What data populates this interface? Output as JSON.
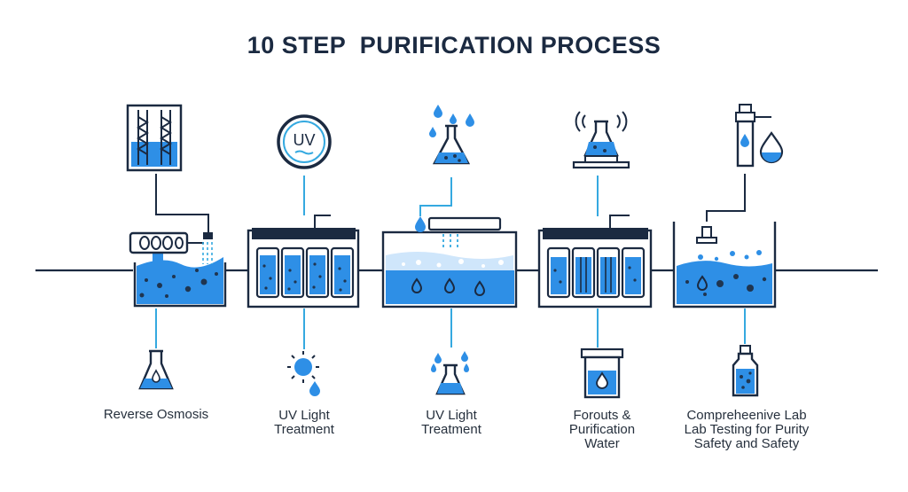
{
  "title": "10 STEP  PURIFICATION PROCESS",
  "colors": {
    "navy": "#1b2a41",
    "water": "#2e8fe6",
    "water_light": "#cfe6fb",
    "line": "#35a9e0",
    "particle": "#1f3550"
  },
  "icons": {
    "top": [
      "filter-cartridges-icon",
      "uv-badge-icon",
      "flask-with-drops-icon",
      "flask-with-signal-icon",
      "filter-bottle-with-drop-icon"
    ],
    "tanks": [
      "spray-tank-icon",
      "four-filter-tank-icon",
      "aeration-tank-icon",
      "filter-column-tank-icon",
      "settling-tank-icon"
    ],
    "bottom": [
      "flask-icon",
      "sun-drop-icon",
      "flask-drops-icon",
      "water-jar-icon",
      "lab-bottle-icon"
    ]
  },
  "badge_text": "UV",
  "steps": [
    {
      "label_lines": [
        "Reverse Osmosis"
      ]
    },
    {
      "label_lines": [
        "UV Light",
        "Treatment"
      ]
    },
    {
      "label_lines": [
        "UV Light",
        "Treatment"
      ]
    },
    {
      "label_lines": [
        "Forouts &",
        "Purification",
        "Water"
      ]
    },
    {
      "label_lines": [
        "Compreheenive Lab",
        "Lab Testing for Purity",
        "Safety and Safety"
      ]
    }
  ]
}
